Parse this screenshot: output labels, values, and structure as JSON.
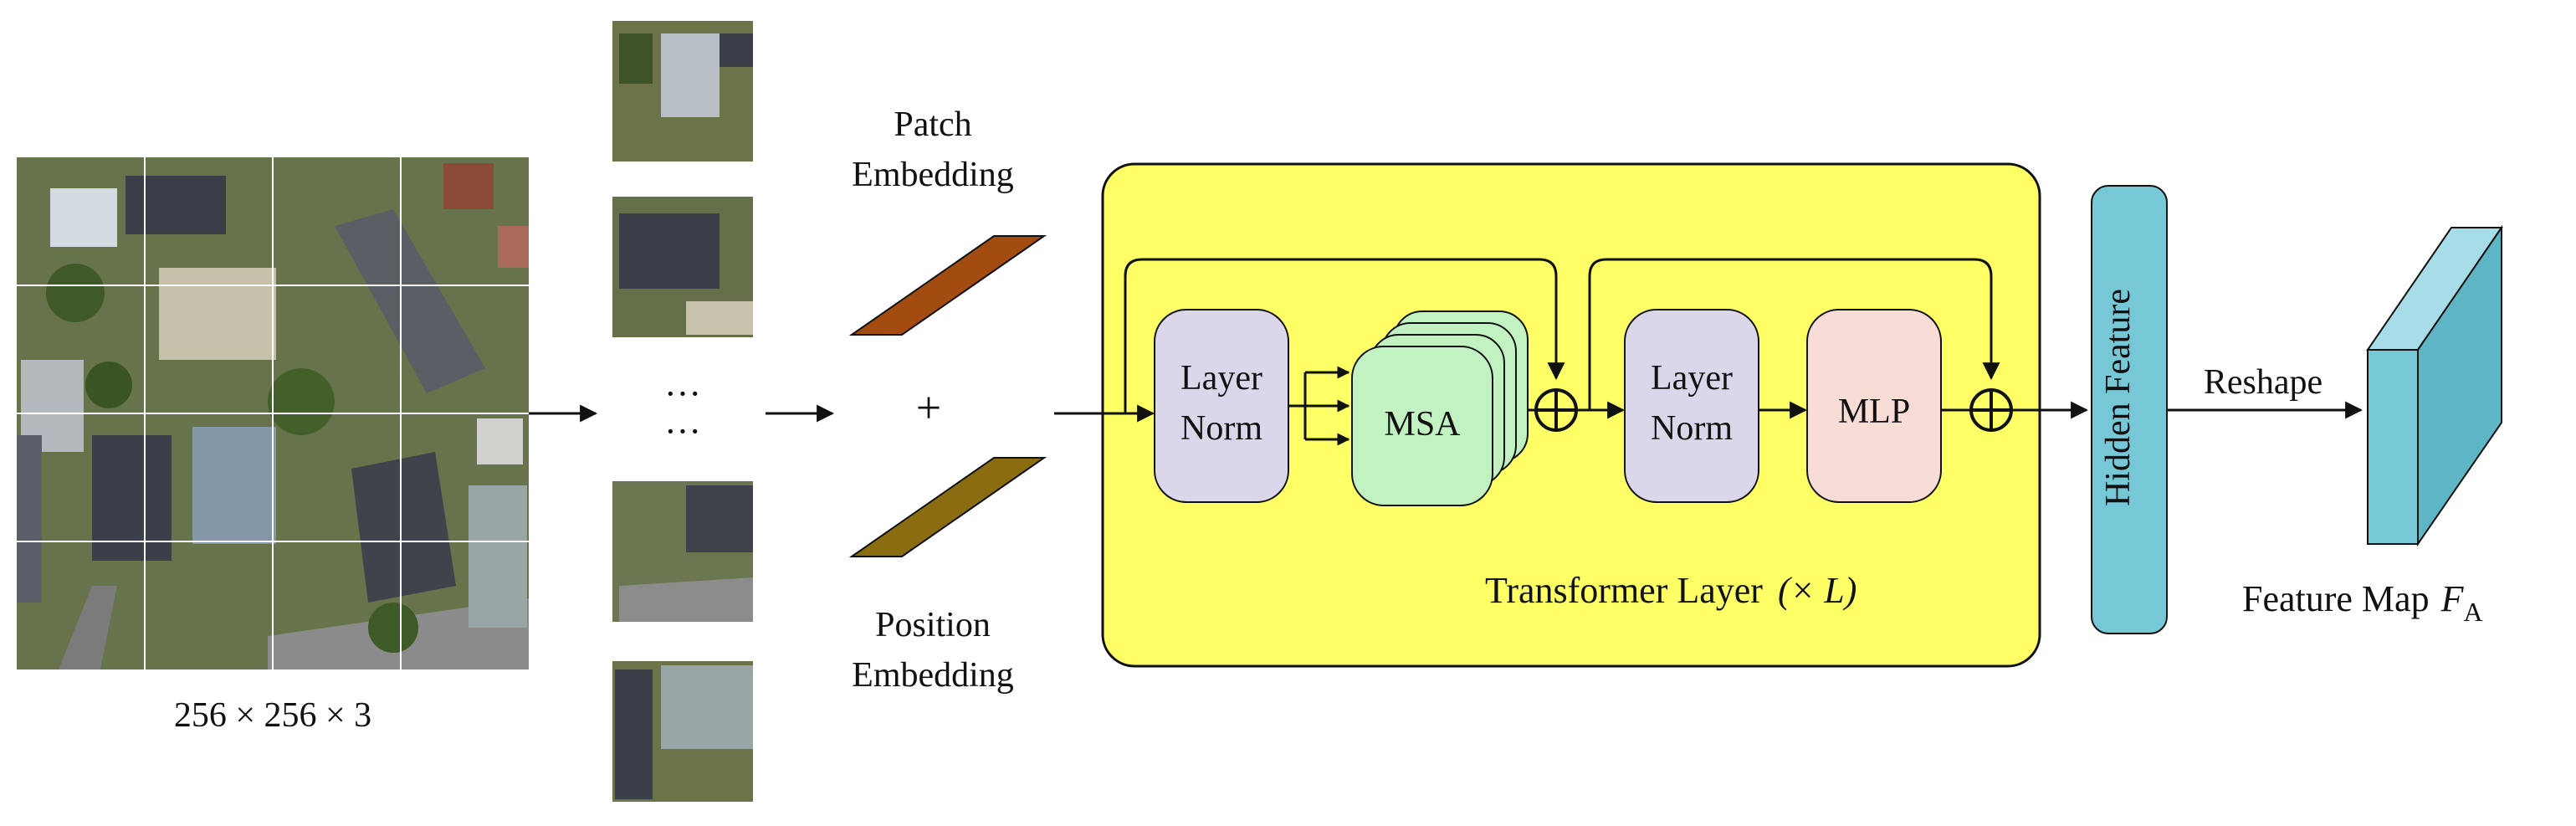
{
  "input_image": {
    "caption": "256 × 256 × 3"
  },
  "patches": {
    "ellipsis_1": "···",
    "ellipsis_2": "···"
  },
  "embedding": {
    "patch_label_line1": "Patch",
    "patch_label_line2": "Embedding",
    "position_label_line1": "Position",
    "position_label_line2": "Embedding",
    "plus": "+"
  },
  "transformer": {
    "layer_norm_1_line1": "Layer",
    "layer_norm_1_line2": "Norm",
    "msa_label": "MSA",
    "layer_norm_2_line1": "Layer",
    "layer_norm_2_line2": "Norm",
    "mlp_label": "MLP",
    "title": "Transformer Layer",
    "repeat": "(× L)"
  },
  "hidden_feature": {
    "label": "Hidden Feature"
  },
  "reshape": {
    "label": "Reshape"
  },
  "feature_map": {
    "label": "Feature Map",
    "symbol": "F",
    "subscript": "A"
  },
  "colors": {
    "transformer_bg": "#ffff66",
    "layer_norm": "#dcd6ea",
    "msa": "#c2f2c2",
    "mlp": "#f8dcd6",
    "hidden_feature": "#76c8d6",
    "feature_map_front": "#76c8d6",
    "patch_embedding": "#a34c12",
    "position_embedding": "#8a6d10"
  },
  "icons": [
    "add-circle-icon",
    "arrow-icon"
  ]
}
